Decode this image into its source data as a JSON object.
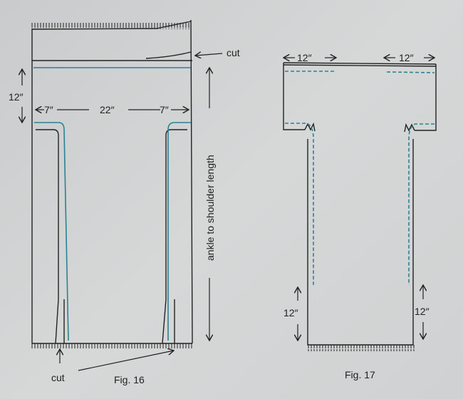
{
  "colors": {
    "ink": "#222222",
    "seam": "#2a8293",
    "paper": "#d2d4d4"
  },
  "fig16": {
    "caption": "Fig. 16",
    "cut_top": "cut",
    "cut_bottom": "cut",
    "height_label": "12″",
    "left_width": "7″",
    "center_width": "22″",
    "right_width": "7″",
    "length_label": "ankle to shoulder length"
  },
  "fig17": {
    "caption": "Fig. 17",
    "top_left": "12″",
    "top_right": "12″",
    "bottom_left": "12″",
    "bottom_right": "12″"
  }
}
